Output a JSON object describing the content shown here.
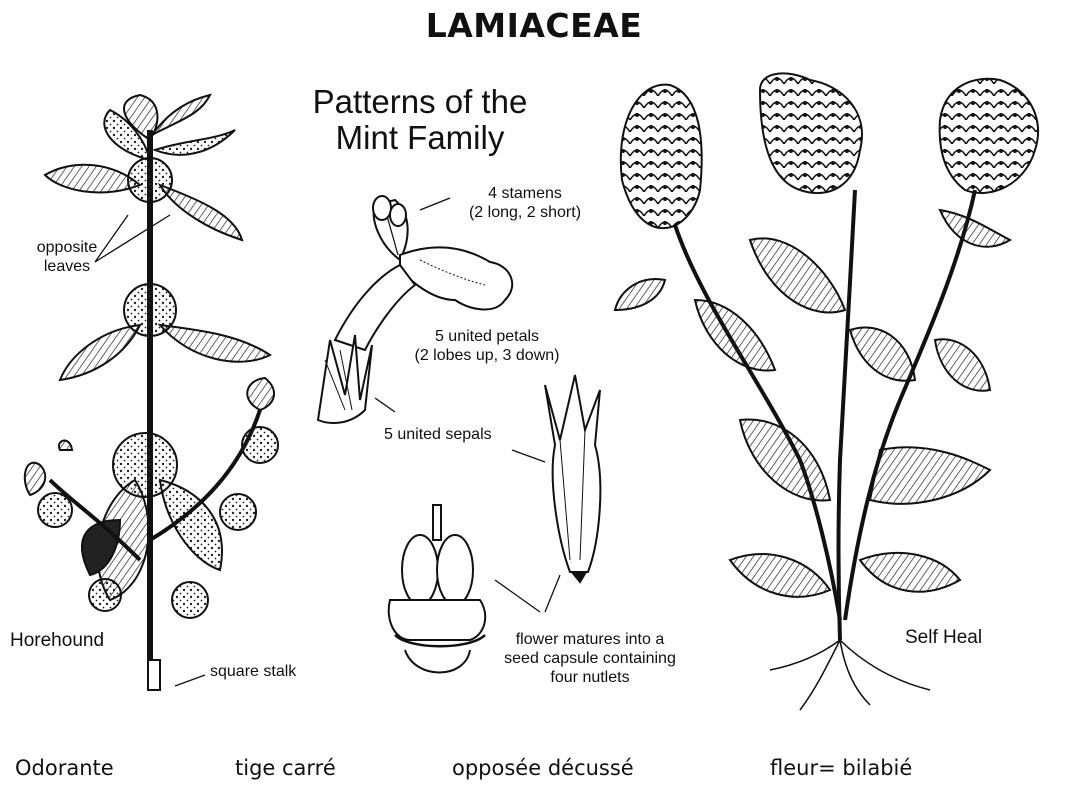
{
  "title": "LAMIACEAE",
  "diagram": {
    "subtitle_line1": "Patterns of the",
    "subtitle_line2": "Mint Family",
    "labels": {
      "opposite_leaves_1": "opposite",
      "opposite_leaves_2": "leaves",
      "horehound": "Horehound",
      "square_stalk": "square stalk",
      "stamens_1": "4 stamens",
      "stamens_2": "(2 long, 2 short)",
      "petals_1": "5 united petals",
      "petals_2": "(2 lobes up, 3 down)",
      "sepals": "5 united sepals",
      "capsule_1": "flower matures into a",
      "capsule_2": "seed capsule containing",
      "capsule_3": "four nutlets",
      "self_heal": "Self Heal"
    }
  },
  "footer": {
    "item1": "Odorante",
    "item2": "tige carré",
    "item3": "opposée décussé",
    "item4": "fleur= bilabié"
  }
}
